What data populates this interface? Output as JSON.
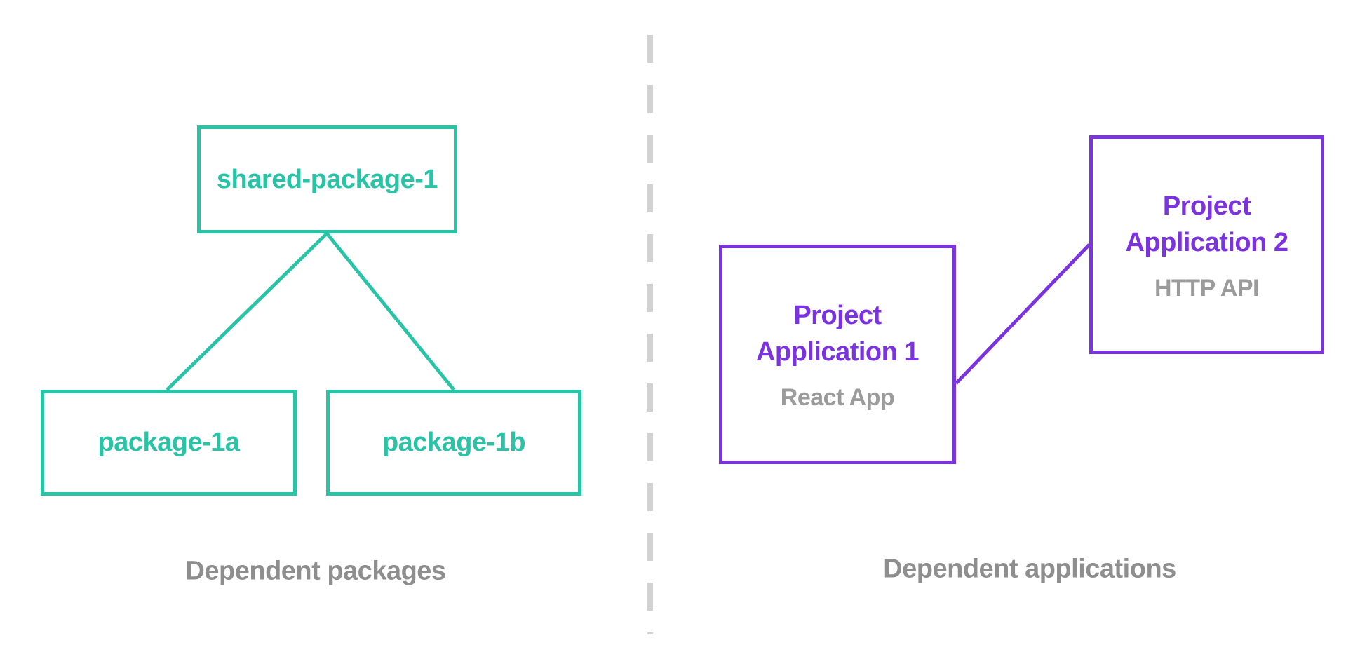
{
  "left_section": {
    "root": {
      "label": "shared-package-1"
    },
    "children": [
      {
        "label": "package-1a"
      },
      {
        "label": "package-1b"
      }
    ],
    "caption": "Dependent packages"
  },
  "right_section": {
    "apps": [
      {
        "title_line1": "Project",
        "title_line2": "Application 1",
        "subtitle": "React App"
      },
      {
        "title_line1": "Project",
        "title_line2": "Application 2",
        "subtitle": "HTTP API"
      }
    ],
    "caption": "Dependent applications"
  },
  "colors": {
    "teal": "#29C3A6",
    "purple": "#7B33E0",
    "caption_gray": "#8E8E8E",
    "subtitle_gray": "#9B9B9B",
    "divider_gray": "#D2D2D2"
  }
}
